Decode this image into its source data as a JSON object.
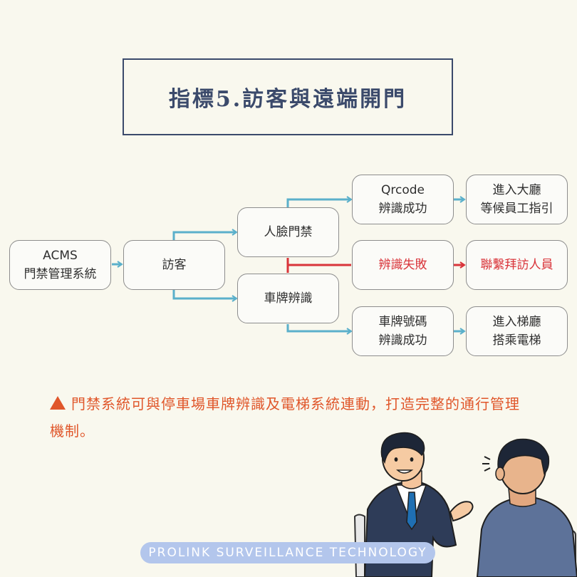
{
  "title": "指標5.訪客與遠端開門",
  "nodes": {
    "acms": [
      "ACMS",
      "門禁管理系統"
    ],
    "visitor": "訪客",
    "face": "人臉門禁",
    "plate": "車牌辨識",
    "qrcode": [
      "Qrcode",
      "辨識成功"
    ],
    "fail": "辨識失敗",
    "plate_ok": [
      "車牌號碼",
      "辨識成功"
    ],
    "lobby": [
      "進入大廳",
      "等候員工指引"
    ],
    "contact": "聯繫拜訪人員",
    "elevator": [
      "進入梯廳",
      "搭乘電梯"
    ]
  },
  "colors": {
    "arrow": "#5bb0cb",
    "fail": "#d9343a",
    "title": "#3b4a6b",
    "note": "#e0562a",
    "brand_bg": "#b3c6ec"
  },
  "note": "門禁系統可與停車場車牌辨識及電梯系統連動，打造完整的通行管理機制。",
  "brand": "PROLINK SURVEILLANCE TECHNOLOGY"
}
